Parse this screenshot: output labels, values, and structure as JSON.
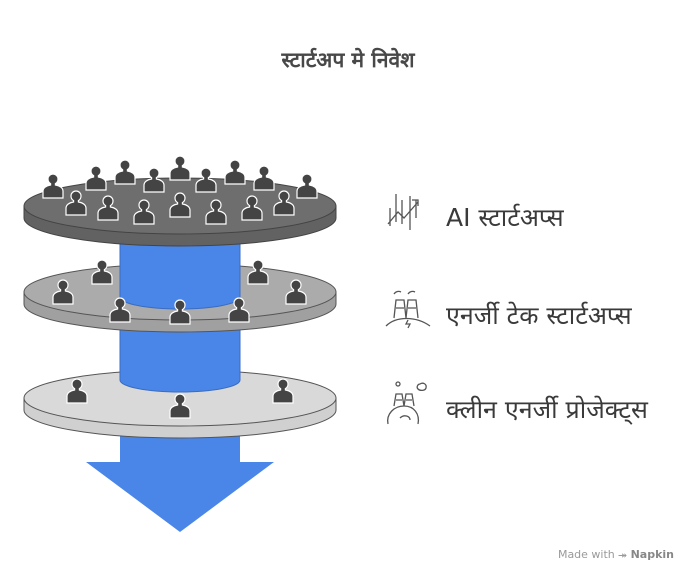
{
  "title": "स्टार्टअप मे निवेश",
  "levels": [
    {
      "label": "AI स्टार्टअप्स",
      "icon": "chart-growth-icon",
      "color": "#6e6e6e"
    },
    {
      "label": "एनर्जी टेक स्टार्टअप्स",
      "icon": "power-plant-icon",
      "color": "#ababab"
    },
    {
      "label": "क्लीन एनर्जी प्रोजेक्ट्स",
      "icon": "clean-energy-icon",
      "color": "#d9d9d9"
    }
  ],
  "colors": {
    "funnel": "#4a86e8",
    "person": "#444444"
  },
  "footer": {
    "made_with": "Made with",
    "brand": "Napkin"
  }
}
